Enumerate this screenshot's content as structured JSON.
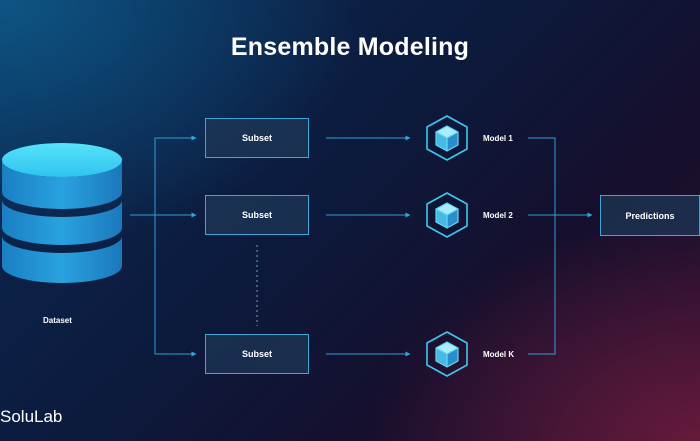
{
  "title": "Ensemble Modeling",
  "dataset": {
    "label": "Dataset",
    "icon": "database-icon"
  },
  "subsets": [
    {
      "label": "Subset"
    },
    {
      "label": "Subset"
    },
    {
      "label": "Subset"
    }
  ],
  "models": [
    {
      "label": "Model 1",
      "icon": "cube-icon"
    },
    {
      "label": "Model 2",
      "icon": "cube-icon"
    },
    {
      "label": "Model K",
      "icon": "cube-icon"
    }
  ],
  "output": {
    "label": "Predictions"
  },
  "brand": "SoluLab",
  "colors": {
    "accent": "#3ea6d6",
    "cylinder_top": "#46d6f6",
    "cylinder_body": "#1e88c8",
    "box_fill": "#1e3755"
  }
}
